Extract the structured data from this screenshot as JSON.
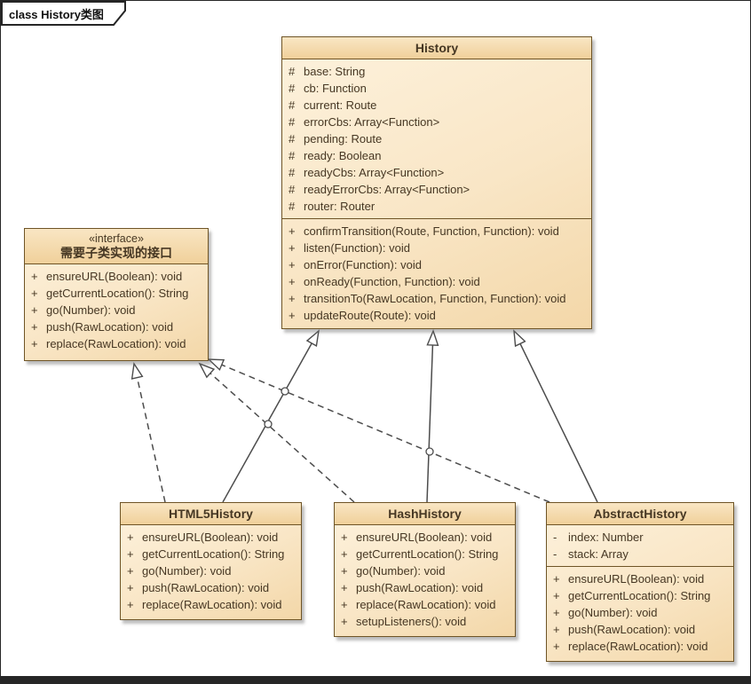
{
  "frame": {
    "tab_label": "class History类图"
  },
  "colors": {
    "box-border": "#6e5426",
    "box-fill-light": "#fdf2dd",
    "box-fill-dark": "#f3d7a8",
    "line": "#4c4c4c",
    "text": "#463723"
  },
  "classes": {
    "history": {
      "name": "History",
      "attributes": [
        {
          "vis": "#",
          "text": "base: String"
        },
        {
          "vis": "#",
          "text": "cb: Function"
        },
        {
          "vis": "#",
          "text": "current: Route"
        },
        {
          "vis": "#",
          "text": "errorCbs: Array<Function>"
        },
        {
          "vis": "#",
          "text": "pending: Route"
        },
        {
          "vis": "#",
          "text": "ready: Boolean"
        },
        {
          "vis": "#",
          "text": "readyCbs: Array<Function>"
        },
        {
          "vis": "#",
          "text": "readyErrorCbs: Array<Function>"
        },
        {
          "vis": "#",
          "text": "router: Router"
        }
      ],
      "methods": [
        {
          "vis": "+",
          "text": "confirmTransition(Route, Function, Function): void"
        },
        {
          "vis": "+",
          "text": "listen(Function): void"
        },
        {
          "vis": "+",
          "text": "onError(Function): void"
        },
        {
          "vis": "+",
          "text": "onReady(Function, Function): void"
        },
        {
          "vis": "+",
          "text": "transitionTo(RawLocation, Function, Function): void"
        },
        {
          "vis": "+",
          "text": "updateRoute(Route): void"
        }
      ]
    },
    "interface": {
      "stereotype": "«interface»",
      "name": "需要子类实现的接口",
      "methods": [
        {
          "vis": "+",
          "text": "ensureURL(Boolean): void"
        },
        {
          "vis": "+",
          "text": "getCurrentLocation(): String"
        },
        {
          "vis": "+",
          "text": "go(Number): void"
        },
        {
          "vis": "+",
          "text": "push(RawLocation): void"
        },
        {
          "vis": "+",
          "text": "replace(RawLocation): void"
        }
      ]
    },
    "html5history": {
      "name": "HTML5History",
      "methods": [
        {
          "vis": "+",
          "text": "ensureURL(Boolean): void"
        },
        {
          "vis": "+",
          "text": "getCurrentLocation(): String"
        },
        {
          "vis": "+",
          "text": "go(Number): void"
        },
        {
          "vis": "+",
          "text": "push(RawLocation): void"
        },
        {
          "vis": "+",
          "text": "replace(RawLocation): void"
        }
      ]
    },
    "hashhistory": {
      "name": "HashHistory",
      "methods": [
        {
          "vis": "+",
          "text": "ensureURL(Boolean): void"
        },
        {
          "vis": "+",
          "text": "getCurrentLocation(): String"
        },
        {
          "vis": "+",
          "text": "go(Number): void"
        },
        {
          "vis": "+",
          "text": "push(RawLocation): void"
        },
        {
          "vis": "+",
          "text": "replace(RawLocation): void"
        },
        {
          "vis": "+",
          "text": "setupListeners(): void"
        }
      ]
    },
    "abstracthistory": {
      "name": "AbstractHistory",
      "attributes": [
        {
          "vis": "-",
          "text": "index: Number"
        },
        {
          "vis": "-",
          "text": "stack: Array"
        }
      ],
      "methods": [
        {
          "vis": "+",
          "text": "ensureURL(Boolean): void"
        },
        {
          "vis": "+",
          "text": "getCurrentLocation(): String"
        },
        {
          "vis": "+",
          "text": "go(Number): void"
        },
        {
          "vis": "+",
          "text": "push(RawLocation): void"
        },
        {
          "vis": "+",
          "text": "replace(RawLocation): void"
        }
      ]
    }
  },
  "relationships": [
    {
      "type": "generalization",
      "from": "HTML5History",
      "to": "History",
      "line": "solid",
      "arrow": "hollow-triangle"
    },
    {
      "type": "generalization",
      "from": "HashHistory",
      "to": "History",
      "line": "solid",
      "arrow": "hollow-triangle"
    },
    {
      "type": "generalization",
      "from": "AbstractHistory",
      "to": "History",
      "line": "solid",
      "arrow": "hollow-triangle"
    },
    {
      "type": "realization",
      "from": "HTML5History",
      "to": "需要子类实现的接口",
      "line": "dashed",
      "arrow": "hollow-triangle"
    },
    {
      "type": "realization",
      "from": "HashHistory",
      "to": "需要子类实现的接口",
      "line": "dashed",
      "arrow": "hollow-triangle"
    },
    {
      "type": "realization",
      "from": "AbstractHistory",
      "to": "需要子类实现的接口",
      "line": "dashed",
      "arrow": "hollow-triangle"
    }
  ]
}
